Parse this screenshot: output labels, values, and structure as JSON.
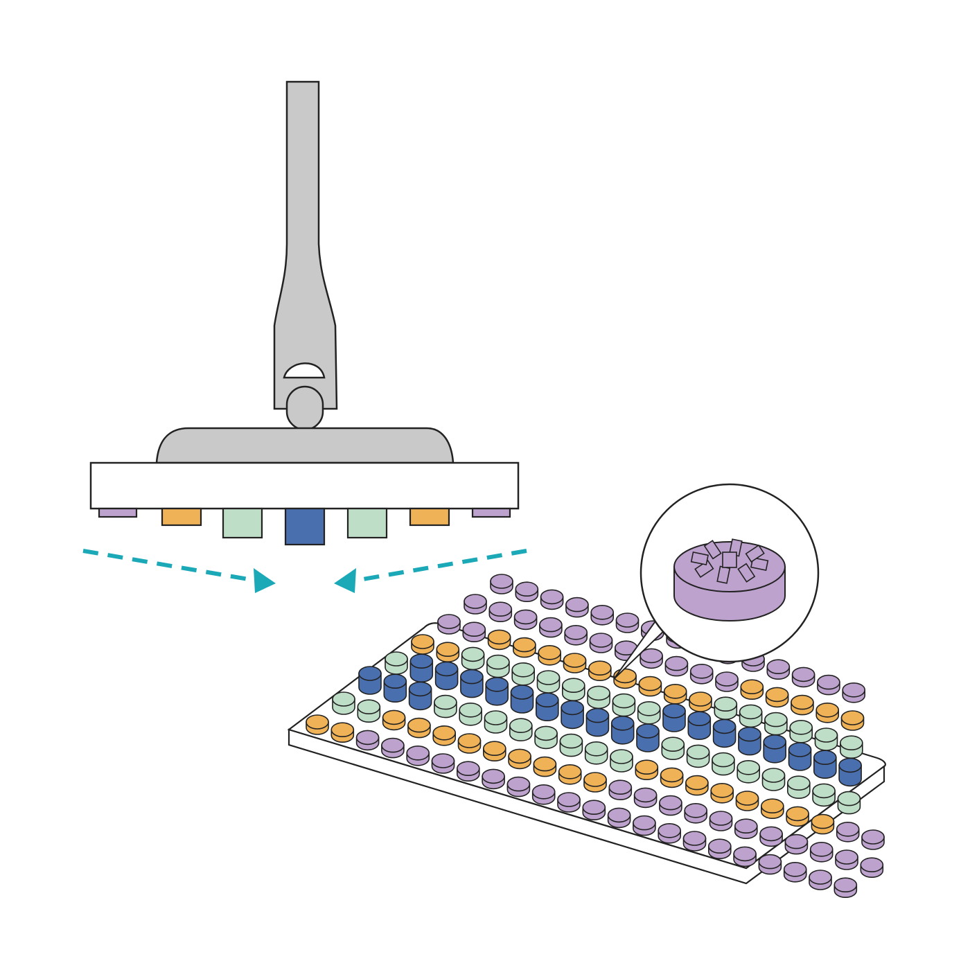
{
  "colors": {
    "background": "#ffffff",
    "outline": "#222222",
    "handle": "#c9c9c9",
    "head_body": "#c9c9c9",
    "pad_plate": "#ffffff",
    "arrow": "#1ba8b7",
    "purple": "#bda2cd",
    "orange": "#efb257",
    "green": "#bfdec8",
    "blue": "#4a6fae",
    "callout_bg": "#ffffff"
  },
  "illustration": {
    "device": "floor-mop-with-pad",
    "pad_strip_colors": [
      "purple",
      "orange",
      "green",
      "blue",
      "green",
      "orange",
      "purple"
    ],
    "arrows": [
      "arrow-left-pointing-inward",
      "arrow-right-pointing-inward"
    ],
    "mat_dot_bands": [
      "purple",
      "orange",
      "green",
      "blue",
      "green",
      "orange",
      "purple"
    ],
    "callout_icon": "purple-disc-with-bristles"
  }
}
